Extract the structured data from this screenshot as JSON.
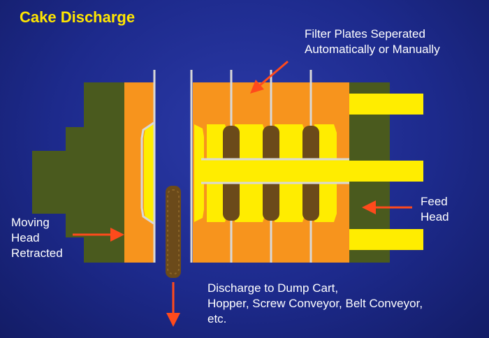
{
  "title": "Cake Discharge",
  "labels": {
    "filter_plates": [
      "Filter Plates Seperated",
      "Automatically or Manually"
    ],
    "feed_head": [
      "Feed",
      "Head"
    ],
    "moving_head": [
      "Moving",
      "Head",
      "Retracted"
    ],
    "discharge": [
      "Discharge to Dump Cart,",
      "Hopper, Screw Conveyor, Belt Conveyor,",
      "etc."
    ]
  },
  "colors": {
    "background": "#1d2a8c",
    "title": "#ffe600",
    "plate": "#f7941d",
    "head": "#4a5a1e",
    "yellow": "#ffed00",
    "cake": "#6b4a1a",
    "arrow": "#ff4a1c",
    "frame": "#d8d8d8"
  }
}
